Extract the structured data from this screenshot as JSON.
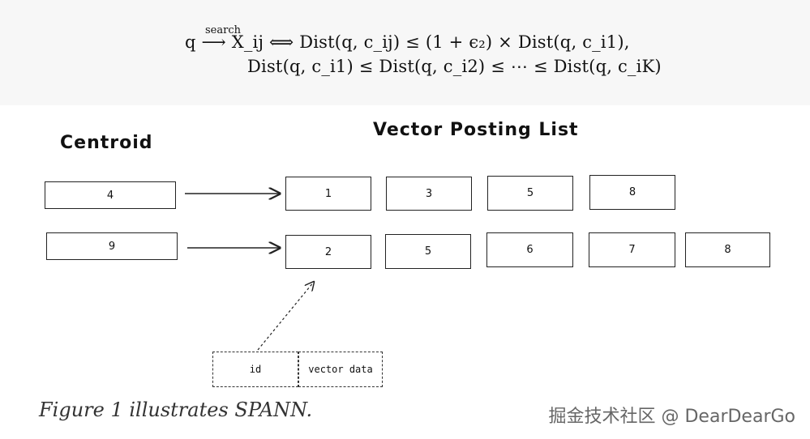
{
  "formula": {
    "line1": "q ⟶ X_ij ⟺ Dist(q, c_ij) ≤ (1 + ϵ₂) × Dist(q, c_i1),",
    "search_label": "search",
    "line2": "Dist(q, c_i1) ≤ Dist(q, c_i2) ≤ ⋯ ≤ Dist(q, c_iK)"
  },
  "diagram": {
    "centroid_heading": "Centroid",
    "postings_heading": "Vector Posting List",
    "centroids": [
      "4",
      "9"
    ],
    "posting_row1": [
      "1",
      "3",
      "5",
      "8"
    ],
    "posting_row2": [
      "2",
      "5",
      "6",
      "7",
      "8"
    ],
    "record_fields": [
      "id",
      "vector data"
    ]
  },
  "caption": "Figure 1 illustrates SPANN.",
  "watermark": "掘金技术社区 @ DearDearGo"
}
